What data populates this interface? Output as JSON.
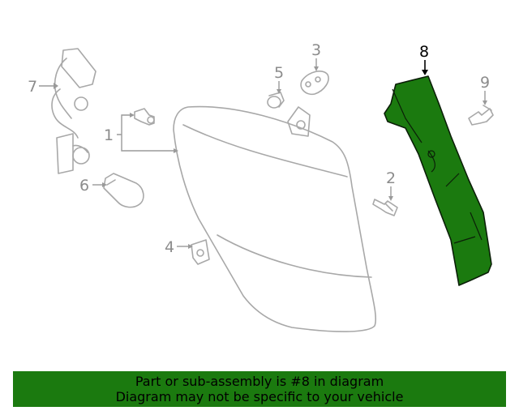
{
  "diagram": {
    "callouts": [
      "1",
      "2",
      "3",
      "4",
      "5",
      "6",
      "7",
      "8",
      "9"
    ],
    "highlighted_callout": "8",
    "highlight_color": "#1b7a0f",
    "line_color": "#a8a8a8"
  },
  "banner": {
    "line1": "Part or sub-assembly is #8 in diagram",
    "line2": "Diagram may not be specific to your vehicle",
    "background": "#1b7a0f"
  }
}
